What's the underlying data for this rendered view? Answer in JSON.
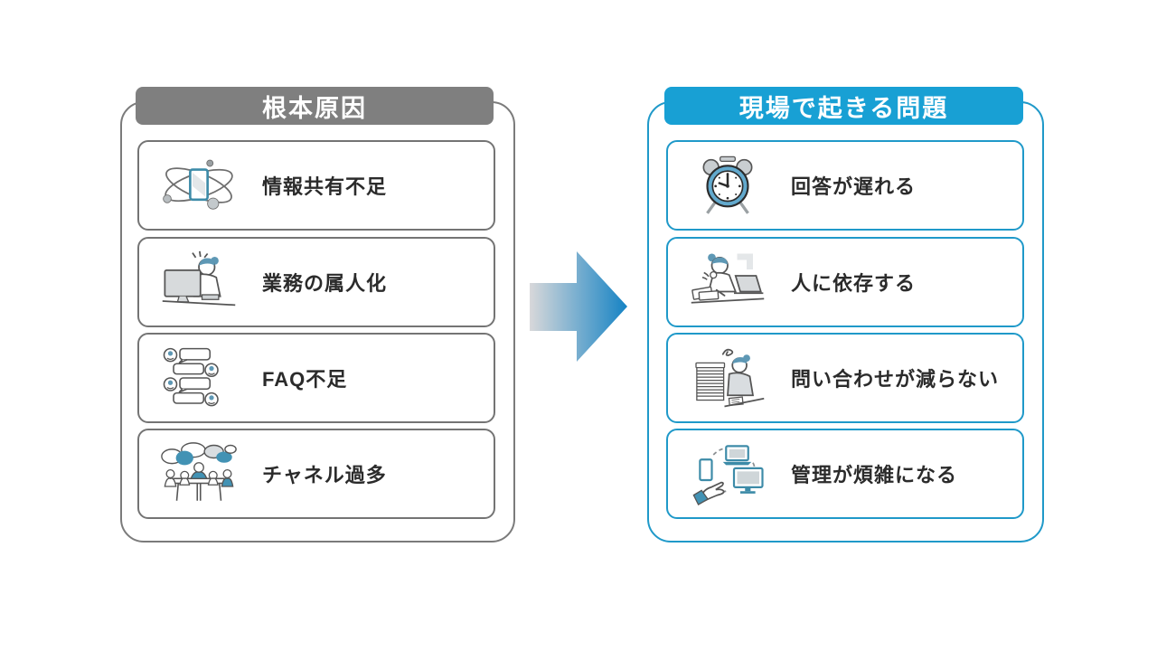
{
  "left_panel": {
    "title": "根本原因",
    "header_color": "#7f7f7f",
    "border_color": "#747474",
    "items": [
      {
        "label": "情報共有不足",
        "icon": "smartphone-network-icon"
      },
      {
        "label": "業務の属人化",
        "icon": "person-at-computer-icon"
      },
      {
        "label": "FAQ不足",
        "icon": "chat-bubbles-icon"
      },
      {
        "label": "チャネル過多",
        "icon": "group-meeting-icon"
      }
    ]
  },
  "right_panel": {
    "title": "現場で起きる問題",
    "header_color": "#18a0d4",
    "border_color": "#1f99c9",
    "items": [
      {
        "label": "回答が遅れる",
        "icon": "alarm-clock-icon"
      },
      {
        "label": "人に依存する",
        "icon": "person-working-icon"
      },
      {
        "label": "問い合わせが減らない",
        "icon": "paper-stack-icon"
      },
      {
        "label": "管理が煩雑になる",
        "icon": "devices-cycle-icon"
      }
    ]
  },
  "arrow": {
    "direction": "right",
    "gradient_from": "#d8d8da",
    "gradient_to": "#1583c4"
  }
}
